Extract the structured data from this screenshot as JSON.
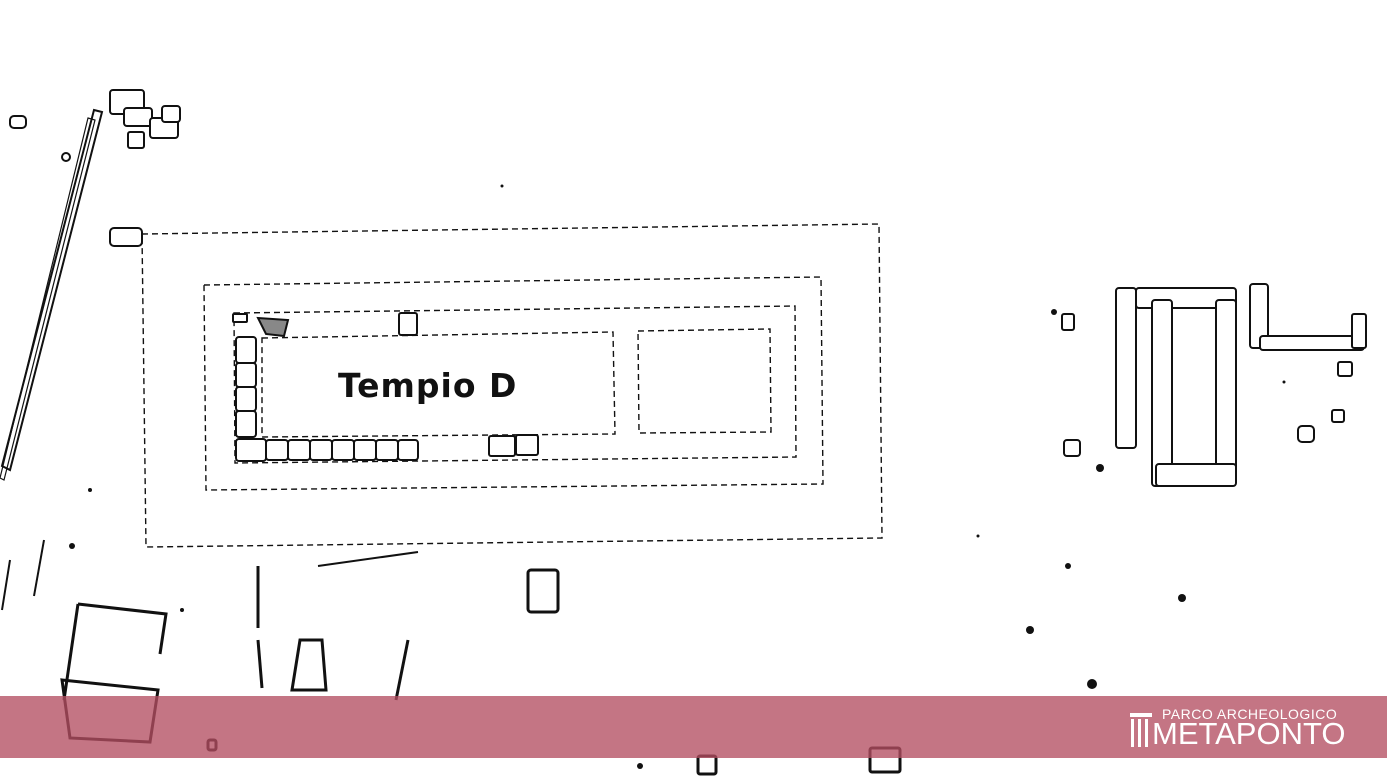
{
  "map": {
    "temple_label": "Tempio D",
    "colors": {
      "ink": "#111111",
      "band": "#b34e62",
      "background": "#ffffff"
    }
  },
  "logo": {
    "top_text": "PARCO ARCHEOLOGICO",
    "main_text": "METAPONTO",
    "icon": "column-portico-icon"
  }
}
